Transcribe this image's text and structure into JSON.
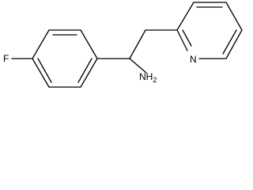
{
  "molecule": {
    "atoms": {
      "fluorine": "F",
      "amine": "NH",
      "amine_subscript": "2",
      "pyridine_nitrogen": "N"
    }
  }
}
